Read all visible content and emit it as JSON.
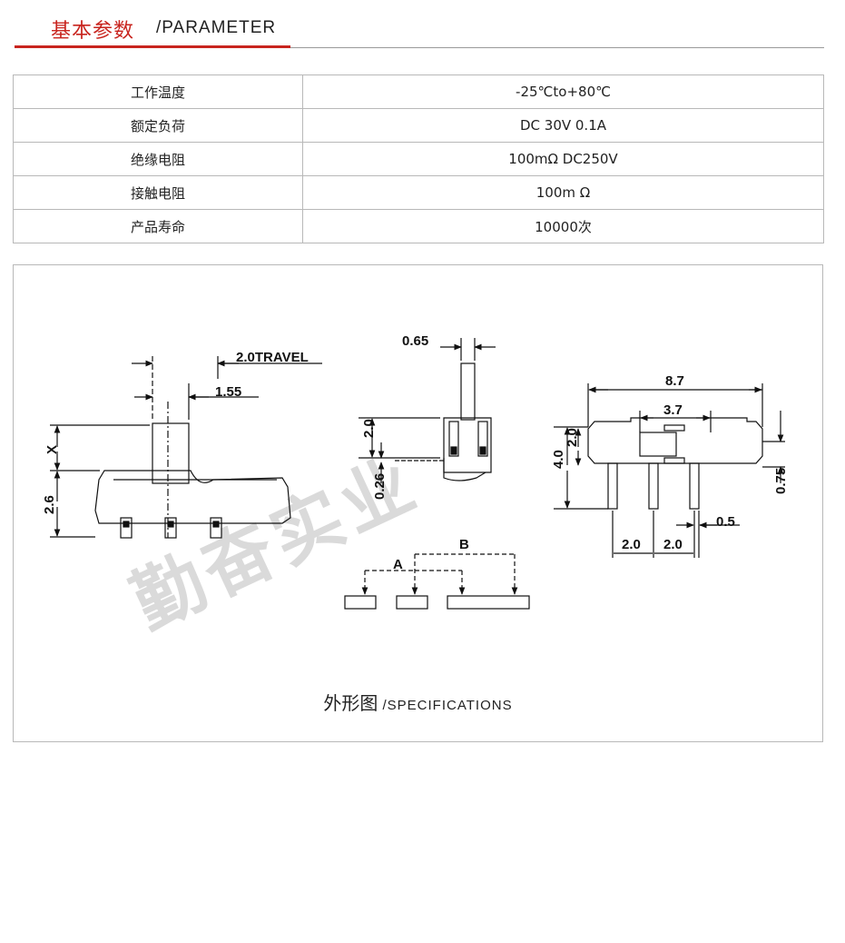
{
  "header": {
    "title_zh": "基本参数",
    "title_en": "/PARAMETER"
  },
  "params": [
    {
      "label": "工作温度",
      "value": "-25℃to+80℃"
    },
    {
      "label": "额定负荷",
      "value": "DC 30V 0.1A"
    },
    {
      "label": "绝缘电阻",
      "value": "100mΩ  DC250V"
    },
    {
      "label": "接触电阻",
      "value": "100m Ω"
    },
    {
      "label": "产品寿命",
      "value": "10000次"
    }
  ],
  "drawing": {
    "dims": {
      "travel": "2.0TRAVEL",
      "w155": "1.55",
      "x": "X",
      "h26": "2.6",
      "w065": "0.65",
      "h20a": "2.0",
      "h026": "0.26",
      "w87": "8.7",
      "w37": "3.7",
      "h20b": "2.0",
      "h40": "4.0",
      "h075": "0.75",
      "p05": "0.5",
      "p20a": "2.0",
      "p20b": "2.0",
      "a": "A",
      "b": "B"
    },
    "watermark": "勤奋实业",
    "caption_zh": "外形图",
    "caption_en": "/SPECIFICATIONS"
  }
}
